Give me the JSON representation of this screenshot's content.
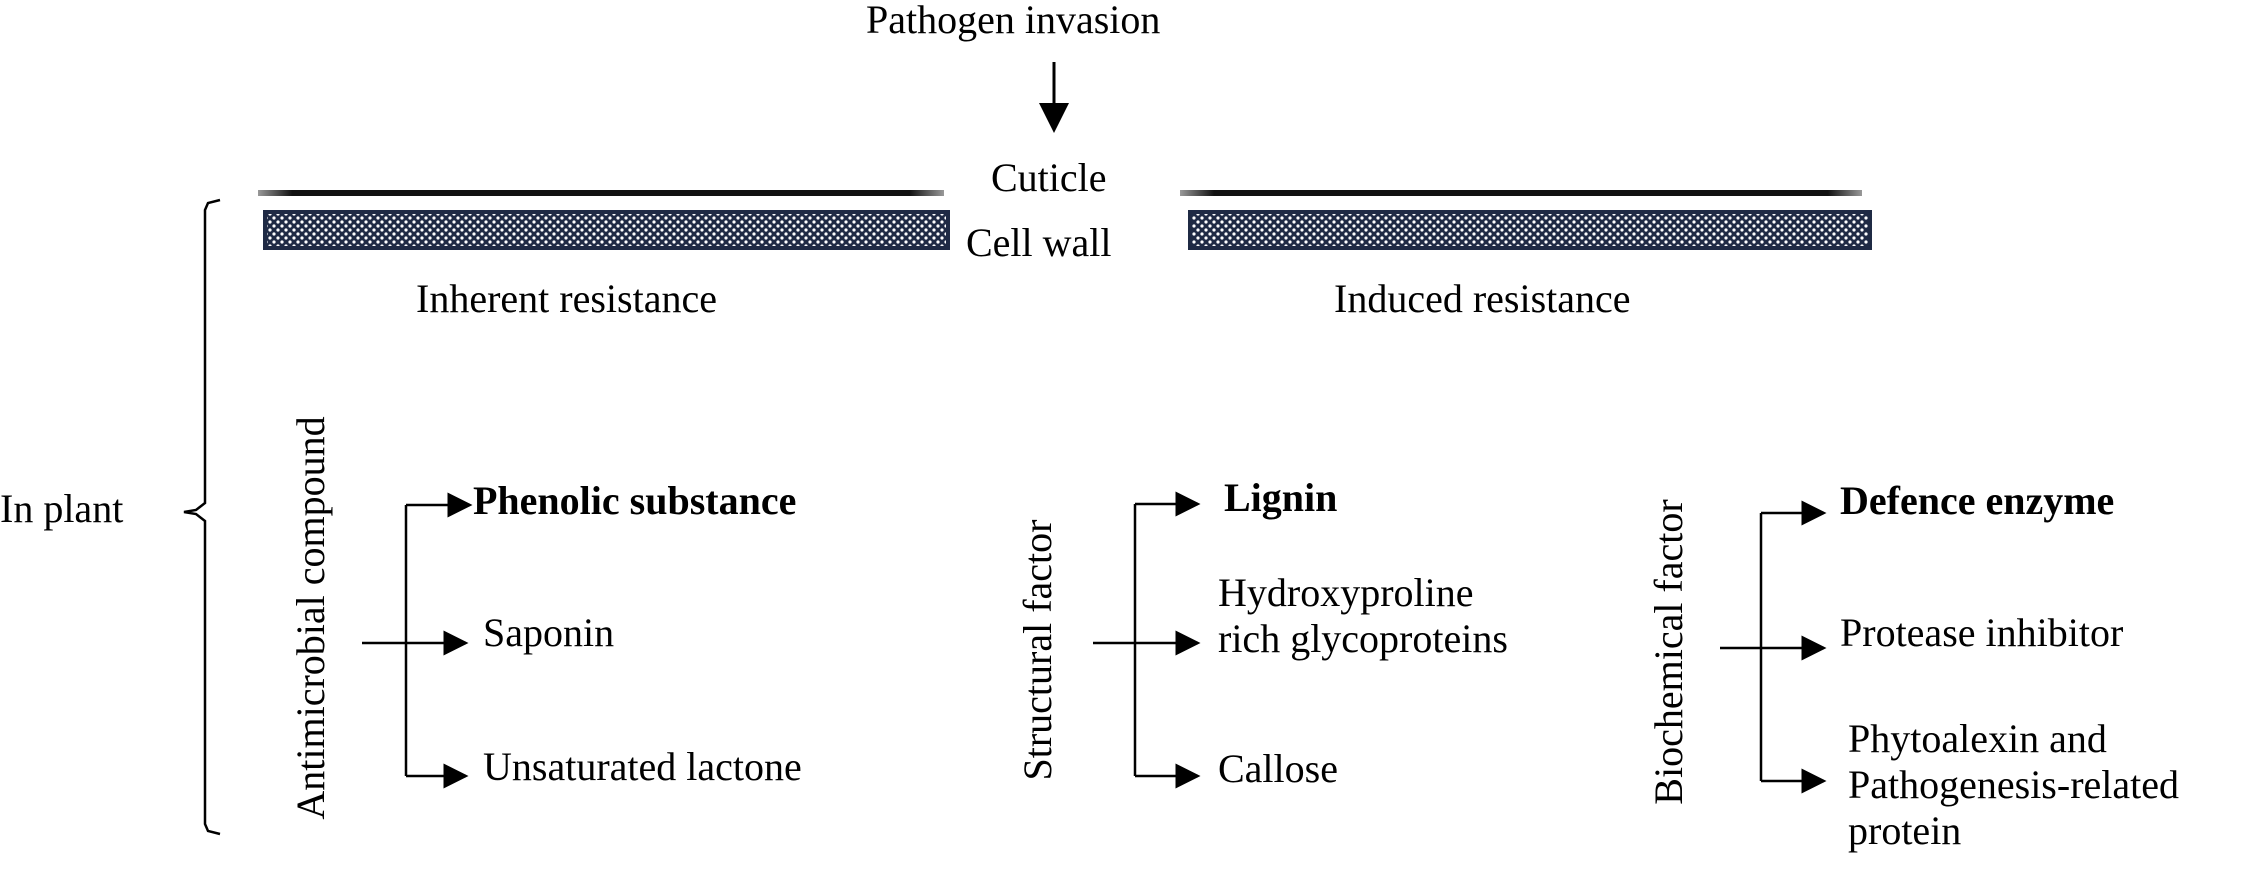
{
  "top": {
    "pathogen": "Pathogen invasion",
    "cuticle": "Cuticle",
    "cell_wall": "Cell wall"
  },
  "resistance": {
    "inherent": "Inherent resistance",
    "induced": "Induced resistance"
  },
  "side": {
    "in_plant": "In plant"
  },
  "groups": [
    {
      "title": "Antimicrobial compound",
      "items": [
        "Phenolic substance",
        "Saponin",
        "Unsaturated lactone"
      ]
    },
    {
      "title": "Structural factor",
      "items": [
        "Lignin",
        "Hydroxyproline\nrich glycoproteins",
        "Callose"
      ]
    },
    {
      "title": "Biochemical factor",
      "items": [
        "Defence enzyme",
        "Protease inhibitor",
        "Phytoalexin and\nPathogenesis-related\nprotein"
      ]
    }
  ],
  "colors": {
    "barrier_fill": "#1f2a44",
    "text": "#000000"
  }
}
